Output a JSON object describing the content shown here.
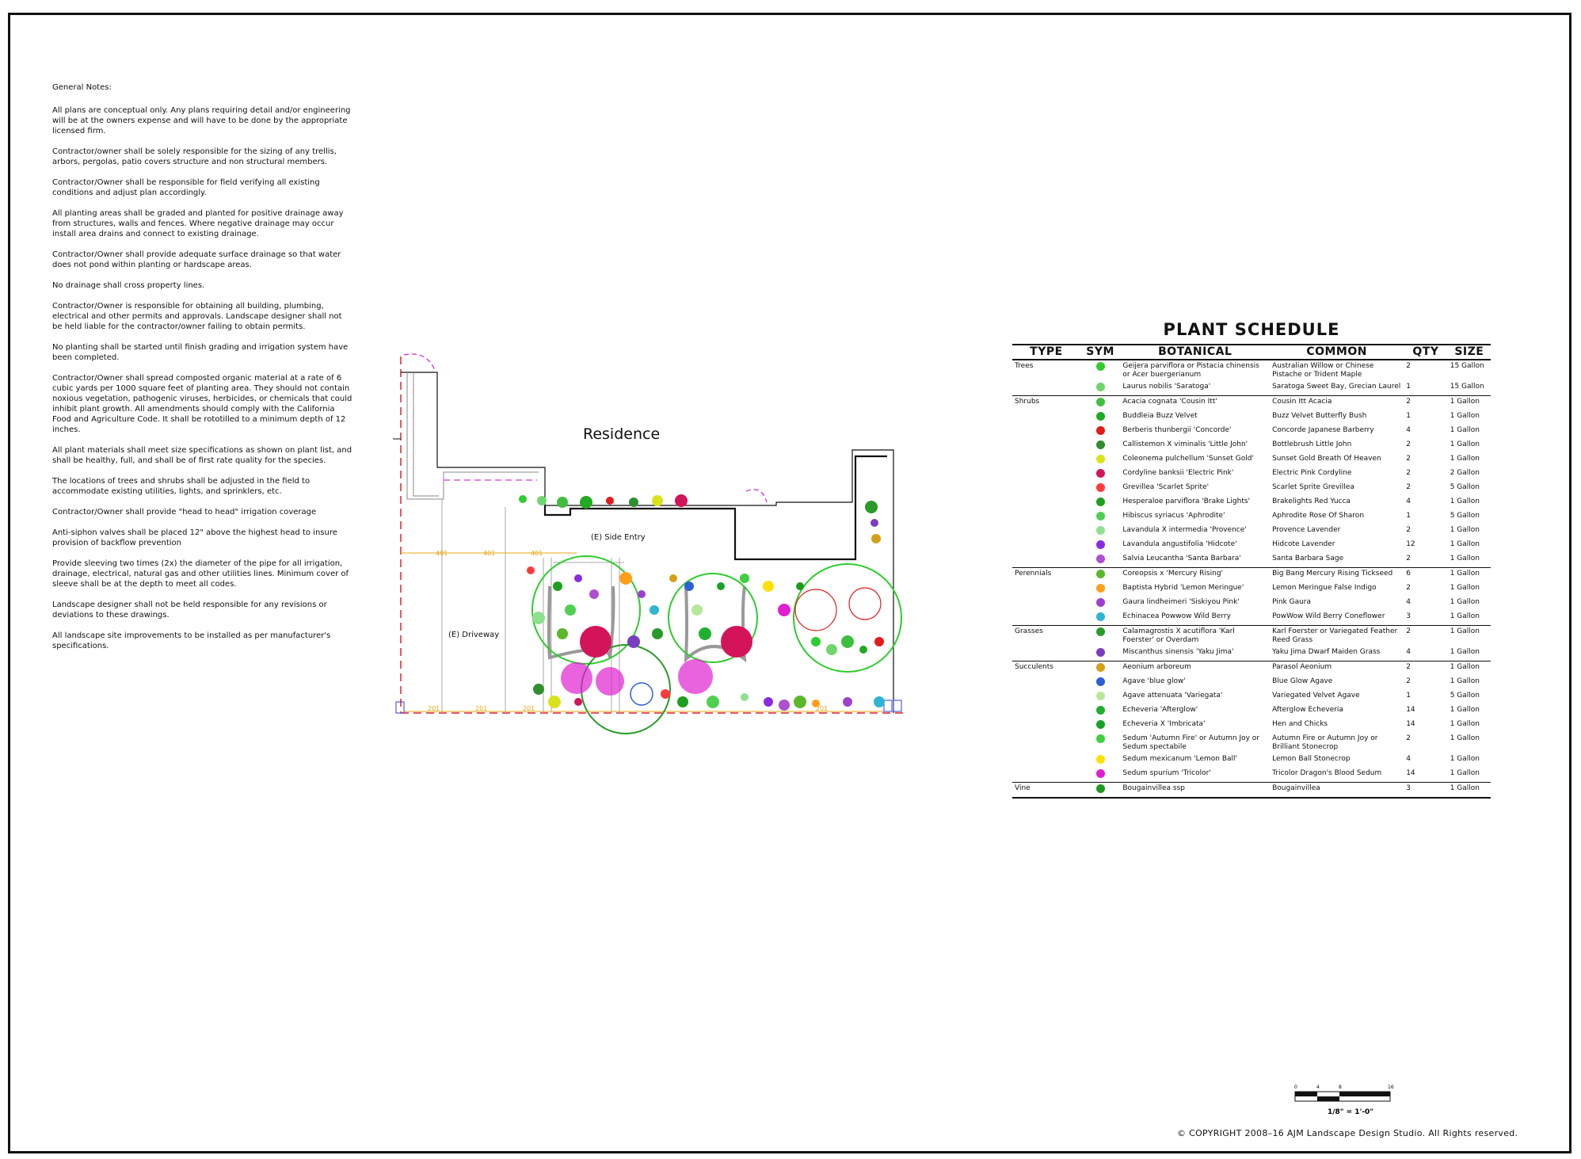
{
  "notes": {
    "title": "General Notes:",
    "items": [
      "All plans are conceptual only.  Any plans requiring detail and/or engineering will be at the owners expense and will have to be done by the appropriate licensed firm.",
      "Contractor/owner shall be solely responsible for the sizing of any trellis, arbors, pergolas, patio covers structure and non structural members.",
      "Contractor/Owner shall be responsible for field verifying all existing conditions and adjust plan accordingly.",
      "All planting areas shall be graded and planted for positive drainage away from structures, walls and fences.  Where negative drainage may occur install area drains and connect to existing drainage.",
      "Contractor/Owner shall provide adequate surface drainage so that water does not pond within planting or hardscape areas.",
      "No drainage shall cross property lines.",
      "Contractor/Owner is responsible for obtaining all building, plumbing, electrical and other permits and approvals.  Landscape designer shall not be held liable for the contractor/owner failing to obtain permits.",
      "No planting shall be started until finish grading and irrigation system have been completed.",
      "Contractor/Owner shall spread composted organic material at a rate of 6 cubic yards per 1000 square feet of planting area.  They should not contain noxious vegetation, pathogenic viruses, herbicides, or chemicals that could inhibit plant growth.  All amendments should comply with the California Food and Agriculture Code.  It shall be rototilled to a minimum depth of 12 inches.",
      "All plant materials shall meet size specifications as shown on plant list, and shall be healthy, full, and shall be of first rate quality for the species.",
      "The locations of trees and shrubs shall be adjusted in the field to accommodate existing utilities, lights, and sprinklers, etc.",
      "Contractor/Owner shall provide \"head to head\" irrigation coverage",
      "Anti-siphon valves shall be placed 12\" above the highest head to insure provision of backflow prevention",
      "Provide sleeving two times (2x) the diameter of the pipe for all irrigation, drainage, electrical, natural gas and other utilities lines.  Minimum cover of sleeve shall be at the depth to meet all codes.",
      "Landscape designer shall not be held responsible for any revisions or deviations to these drawings.",
      "All landscape site improvements to be installed as per manufacturer's specifications."
    ]
  },
  "plan": {
    "residence": "Residence",
    "side_entry": "(E) Side Entry",
    "driveway": "(E) Driveway",
    "line_tag": "401",
    "line_tag_bottom": "201"
  },
  "schedule": {
    "title": "PLANT SCHEDULE",
    "headers": [
      "TYPE",
      "SYM",
      "BOTANICAL",
      "COMMON",
      "QTY",
      "SIZE"
    ],
    "rows": [
      {
        "type": "Trees",
        "color": "#2ecc2e",
        "botanical": "Geijera parviflora or Pistacia chinensis or Acer buergerianum",
        "common": "Australian Willow or Chinese Pistache or Trident Maple",
        "qty": "2",
        "size": "15 Gallon"
      },
      {
        "type": "",
        "color": "#6fd66f",
        "botanical": "Laurus nobilis 'Saratoga'",
        "common": "Saratoga Sweet Bay, Grecian Laurel",
        "qty": "1",
        "size": "15 Gallon"
      },
      {
        "type": "Shrubs",
        "color": "#3fbf3f",
        "botanical": "Acacia cognata 'Cousin Itt'",
        "common": "Cousin Itt Acacia",
        "qty": "2",
        "size": "1 Gallon"
      },
      {
        "type": "",
        "color": "#22aa22",
        "botanical": "Buddleia Buzz Velvet",
        "common": "Buzz Velvet Butterfly Bush",
        "qty": "1",
        "size": "1 Gallon"
      },
      {
        "type": "",
        "color": "#e21b1b",
        "botanical": "Berberis thunbergii 'Concorde'",
        "common": "Concorde Japanese Barberry",
        "qty": "4",
        "size": "1 Gallon"
      },
      {
        "type": "",
        "color": "#2f8f2f",
        "botanical": "Callistemon X viminalis 'Little John'",
        "common": "Bottlebrush Little John",
        "qty": "2",
        "size": "1 Gallon"
      },
      {
        "type": "",
        "color": "#d9e21b",
        "botanical": "Coleonema pulchellum 'Sunset Gold'",
        "common": "Sunset Gold Breath Of Heaven",
        "qty": "2",
        "size": "1 Gallon"
      },
      {
        "type": "",
        "color": "#d4145a",
        "botanical": "Cordyline banksii 'Electric Pink'",
        "common": "Electric Pink Cordyline",
        "qty": "2",
        "size": "2 Gallon"
      },
      {
        "type": "",
        "color": "#ff3b3b",
        "botanical": "Grevillea 'Scarlet Sprite'",
        "common": "Scarlet Sprite Grevillea",
        "qty": "2",
        "size": "5 Gallon"
      },
      {
        "type": "",
        "color": "#1f9f1f",
        "botanical": "Hesperaloe parviflora 'Brake Lights'",
        "common": "Brakelights Red Yucca",
        "qty": "4",
        "size": "1 Gallon"
      },
      {
        "type": "",
        "color": "#4fd04f",
        "botanical": "Hibiscus syriacus 'Aphrodite'",
        "common": "Aphrodite Rose Of Sharon",
        "qty": "1",
        "size": "5 Gallon"
      },
      {
        "type": "",
        "color": "#8fe08f",
        "botanical": "Lavandula X intermedia 'Provence'",
        "common": "Provence Lavender",
        "qty": "2",
        "size": "1 Gallon"
      },
      {
        "type": "",
        "color": "#8a2be2",
        "botanical": "Lavandula angustifolia 'Hidcote'",
        "common": "Hidcote Lavender",
        "qty": "12",
        "size": "1 Gallon"
      },
      {
        "type": "",
        "color": "#b04fd0",
        "botanical": "Salvia Leucantha 'Santa Barbara'",
        "common": "Santa Barbara Sage",
        "qty": "2",
        "size": "1 Gallon"
      },
      {
        "type": "Perennials",
        "color": "#5ab82a",
        "botanical": "Coreopsis  x 'Mercury Rising'",
        "common": "Big Bang Mercury Rising Tickseed",
        "qty": "6",
        "size": "1 Gallon"
      },
      {
        "type": "",
        "color": "#ff9f1a",
        "botanical": "Baptista Hybrid 'Lemon Meringue'",
        "common": "Lemon Meringue False Indigo",
        "qty": "2",
        "size": "1 Gallon"
      },
      {
        "type": "",
        "color": "#9f3fd0",
        "botanical": "Gaura lindheimeri 'Siskiyou Pink'",
        "common": "Pink Gaura",
        "qty": "4",
        "size": "1 Gallon"
      },
      {
        "type": "",
        "color": "#2fb4d4",
        "botanical": "Echinacea Powwow Wild Berry",
        "common": "PowWow Wild Berry Coneflower",
        "qty": "3",
        "size": "1 Gallon"
      },
      {
        "type": "Grasses",
        "color": "#2a9a2a",
        "botanical": "Calamagrostis X acutiflora 'Karl Foerster' or Overdam",
        "common": "Karl Foerster or Variegated Feather Reed Grass",
        "qty": "2",
        "size": "1 Gallon"
      },
      {
        "type": "",
        "color": "#7a3fbf",
        "botanical": "Miscanthus sinensis 'Yaku Jima'",
        "common": "Yaku Jima Dwarf Maiden Grass",
        "qty": "4",
        "size": "1 Gallon"
      },
      {
        "type": "Succulents",
        "color": "#d4a017",
        "botanical": "Aeonium arboreum",
        "common": "Parasol Aeonium",
        "qty": "2",
        "size": "1 Gallon"
      },
      {
        "type": "",
        "color": "#2f5fd4",
        "botanical": "Agave 'blue glow'",
        "common": "Blue Glow Agave",
        "qty": "2",
        "size": "1 Gallon"
      },
      {
        "type": "",
        "color": "#b7e89a",
        "botanical": "Agave attenuata 'Variegata'",
        "common": "Variegated Velvet Agave",
        "qty": "1",
        "size": "5 Gallon"
      },
      {
        "type": "",
        "color": "#1fb02f",
        "botanical": "Echeveria 'Afterglow'",
        "common": "Afterglow Echeveria",
        "qty": "14",
        "size": "1 Gallon"
      },
      {
        "type": "",
        "color": "#19a22a",
        "botanical": "Echeveria X 'Imbricata'",
        "common": "Hen and Chicks",
        "qty": "14",
        "size": "1 Gallon"
      },
      {
        "type": "",
        "color": "#3fcf3f",
        "botanical": "Sedum  'Autumn Fire' or Autumn Joy or Sedum spectabile",
        "common": "Autumn Fire or Autumn Joy or Brilliant Stonecrop",
        "qty": "2",
        "size": "1 Gallon"
      },
      {
        "type": "",
        "color": "#ffe000",
        "botanical": "Sedum mexicanum 'Lemon Ball'",
        "common": "Lemon Ball Stonecrop",
        "qty": "4",
        "size": "1 Gallon"
      },
      {
        "type": "",
        "color": "#e01fd0",
        "botanical": "Sedum spurium 'Tricolor'",
        "common": "Tricolor Dragon's Blood Sedum",
        "qty": "14",
        "size": "1 Gallon"
      },
      {
        "type": "Vine",
        "color": "#1f9a1f",
        "botanical": "Bougainvillea ssp",
        "common": "Bougainvillea",
        "qty": "3",
        "size": "1 Gallon"
      }
    ]
  },
  "scale": {
    "ticks": [
      "0",
      "4",
      "8",
      "16"
    ],
    "label": "1/8\" = 1'-0\""
  },
  "copyright": "© COPYRIGHT 2008–16 AJM Landscape Design Studio.  All Rights reserved."
}
